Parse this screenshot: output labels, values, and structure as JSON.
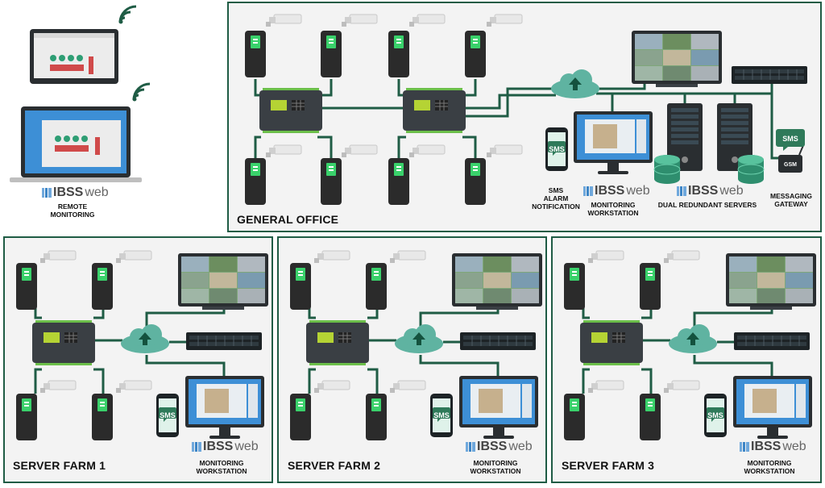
{
  "remote": {
    "logo_text": "IBSS",
    "logo_suffix": "web",
    "caption": "REMOTE\nMONITORING"
  },
  "general_office": {
    "title": "GENERAL OFFICE",
    "sms_caption": "SMS\nALARM\nNOTIFICATION",
    "workstation_caption": "MONITORING\nWORKSTATION",
    "servers_caption": "DUAL REDUNDANT SERVERS",
    "gateway_caption": "MESSAGING\nGATEWAY",
    "logo_text": "IBSS",
    "logo_suffix": "web",
    "sms_label": "SMS",
    "gsm_label": "GSM"
  },
  "farms": [
    {
      "title": "SERVER FARM 1",
      "workstation_caption": "MONITORING\nWORKSTATION",
      "logo_text": "IBSS",
      "logo_suffix": "web",
      "sms_label": "SMS"
    },
    {
      "title": "SERVER FARM 2",
      "workstation_caption": "MONITORING\nWORKSTATION",
      "logo_text": "IBSS",
      "logo_suffix": "web",
      "sms_label": "SMS"
    },
    {
      "title": "SERVER FARM 3",
      "workstation_caption": "MONITORING\nWORKSTATION",
      "logo_text": "IBSS",
      "logo_suffix": "web",
      "sms_label": "SMS"
    }
  ],
  "colors": {
    "line": "#1f5c45",
    "cloud": "#5fb3a1",
    "reader": "#2b2b2b",
    "reader_screen": "#3ad16b",
    "camera": "#e6e6e6",
    "panel": "#3a3f44",
    "lcd": "#b5d334"
  }
}
